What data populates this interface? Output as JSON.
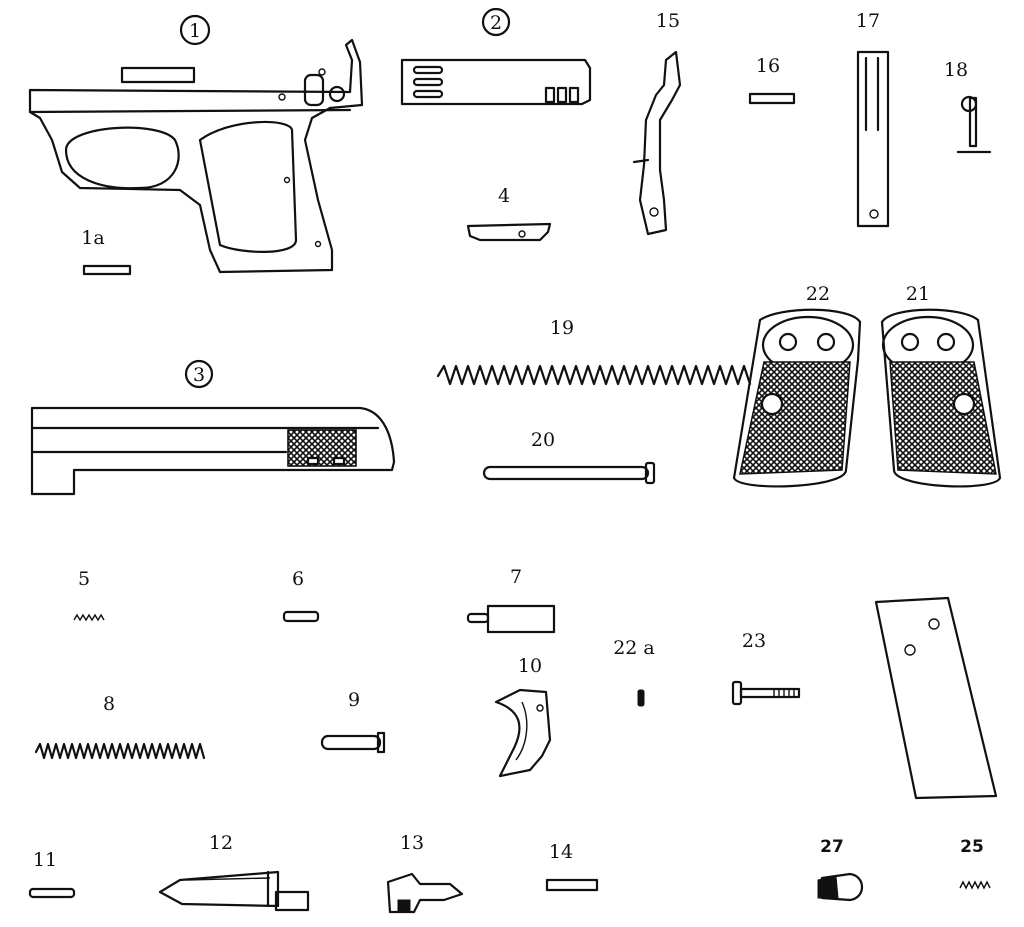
{
  "labels": {
    "p1": "1",
    "p1a": "1a",
    "p2": "2",
    "p3": "3",
    "p4": "4",
    "p5": "5",
    "p6": "6",
    "p7": "7",
    "p8": "8",
    "p9": "9",
    "p10": "10",
    "p11": "11",
    "p12": "12",
    "p13": "13",
    "p14": "14",
    "p15": "15",
    "p16": "16",
    "p17": "17",
    "p18": "18",
    "p19": "19",
    "p20": "20",
    "p21": "21",
    "p22": "22",
    "p22a": "22 a",
    "p23": "23",
    "p25": "25",
    "p27": "27"
  },
  "colors": {
    "ink": "#111111",
    "paper": "#ffffff"
  }
}
